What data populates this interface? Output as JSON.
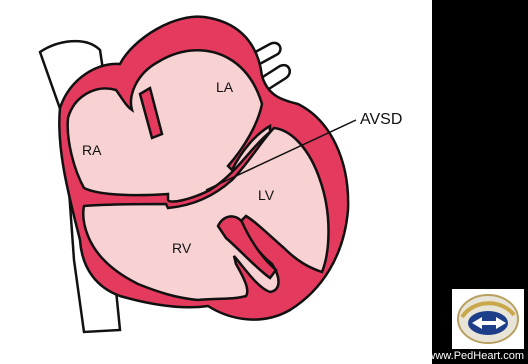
{
  "diagram": {
    "labels": {
      "ra": "RA",
      "la": "LA",
      "lv": "LV",
      "rv": "RV",
      "callout": "AVSD"
    },
    "colors": {
      "wall": "#e43a5e",
      "chamber": "#f8d2d2",
      "outline": "#111111",
      "vessel": "#ffffff",
      "background": "#000000",
      "panel": "#ffffff"
    }
  },
  "footer": {
    "credit": "From www.PedHeart.com",
    "logo_icon": "pedheart-logo-icon"
  }
}
